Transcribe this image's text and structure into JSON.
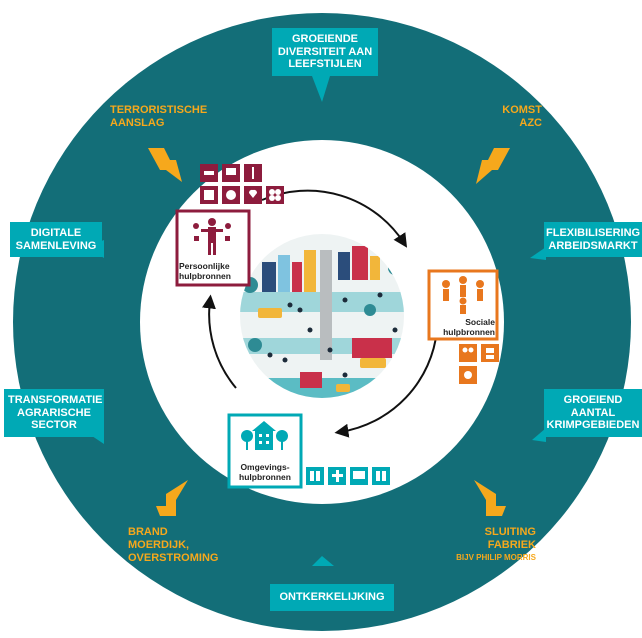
{
  "colors": {
    "ring": "#136e78",
    "box": "#00a9b5",
    "event": "#f6a81c",
    "personal": "#8d1c3d",
    "social": "#e8771e",
    "environment": "#00a9b5"
  },
  "forces": {
    "top": [
      "GROEIENDE",
      "DIVERSITEIT AAN",
      "LEEFSTIJLEN"
    ],
    "left_upper": [
      "DIGITALE",
      "SAMENLEVING"
    ],
    "left_lower": [
      "TRANSFORMATIE",
      "AGRARISCHE",
      "SECTOR"
    ],
    "right_upper": [
      "FLEXIBILISERING",
      "ARBEIDSMARKT"
    ],
    "right_lower": [
      "GROEIEND",
      "AANTAL",
      "KRIMPGEBIEDEN"
    ],
    "bottom": [
      "ONTKERKELIJKING"
    ]
  },
  "events": {
    "top_left": [
      "TERRORISTISCHE",
      "AANSLAG"
    ],
    "top_right": [
      "KOMST",
      "AZC"
    ],
    "bottom_left": [
      "BRAND",
      "MOERDIJK,",
      "OVERSTROMING"
    ],
    "bottom_right": [
      "SLUITING",
      "FABRIEK",
      "BIJV PHILIP MORRIS"
    ]
  },
  "resources": {
    "personal": [
      "Persoonlijke",
      "hulpbronnen"
    ],
    "social": [
      "Sociale",
      "hulpbronnen"
    ],
    "environment": [
      "Omgevings-",
      "hulpbronnen"
    ]
  },
  "icons": {
    "personal_set": [
      "handshake-icon",
      "laptop-icon",
      "tools-icon",
      "id-card-icon",
      "coin-icon",
      "heart-icon",
      "clover-icon"
    ],
    "social_set": [
      "people-icon",
      "chat-icon",
      "family-icon"
    ],
    "environment_set": [
      "elevator-icon",
      "medical-icon",
      "bus-icon",
      "directory-icon"
    ]
  }
}
